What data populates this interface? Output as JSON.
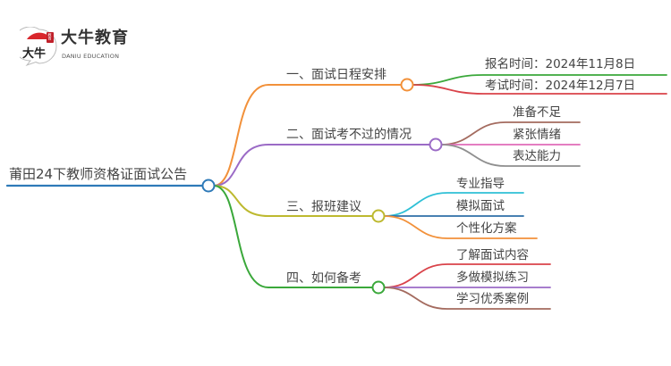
{
  "logo": {
    "name_cn": "大牛教育",
    "name_en": "DANIU EDUCATION",
    "mark_text": "大牛",
    "seal_text": "教育"
  },
  "mindmap": {
    "root": {
      "label": "莆田24下教师资格证面试公告",
      "color": "#2e7ab8"
    },
    "branches": [
      {
        "label": "一、面试日程安排",
        "color": "#f2913a",
        "children": [
          {
            "label": "报名时间：2024年11月8日",
            "color": "#3aa83a"
          },
          {
            "label": "考试时间：2024年12月7日",
            "color": "#d9434a"
          }
        ]
      },
      {
        "label": "二、面试考不过的情况",
        "color": "#9b6bc6",
        "children": [
          {
            "label": "准备不足",
            "color": "#a46b5f"
          },
          {
            "label": "紧张情绪",
            "color": "#e06cb8"
          },
          {
            "label": "表达能力",
            "color": "#8f8f8f"
          }
        ]
      },
      {
        "label": "三、报班建议",
        "color": "#bdb92f",
        "children": [
          {
            "label": "专业指导",
            "color": "#2fc0d6"
          },
          {
            "label": "模拟面试",
            "color": "#2e6fa8"
          },
          {
            "label": "个性化方案",
            "color": "#f2913a"
          }
        ]
      },
      {
        "label": "四、如何备考",
        "color": "#3aa83a",
        "children": [
          {
            "label": "了解面试内容",
            "color": "#d9434a"
          },
          {
            "label": "多做模拟练习",
            "color": "#9b6bc6"
          },
          {
            "label": "学习优秀案例",
            "color": "#a46b5f"
          }
        ]
      }
    ]
  }
}
